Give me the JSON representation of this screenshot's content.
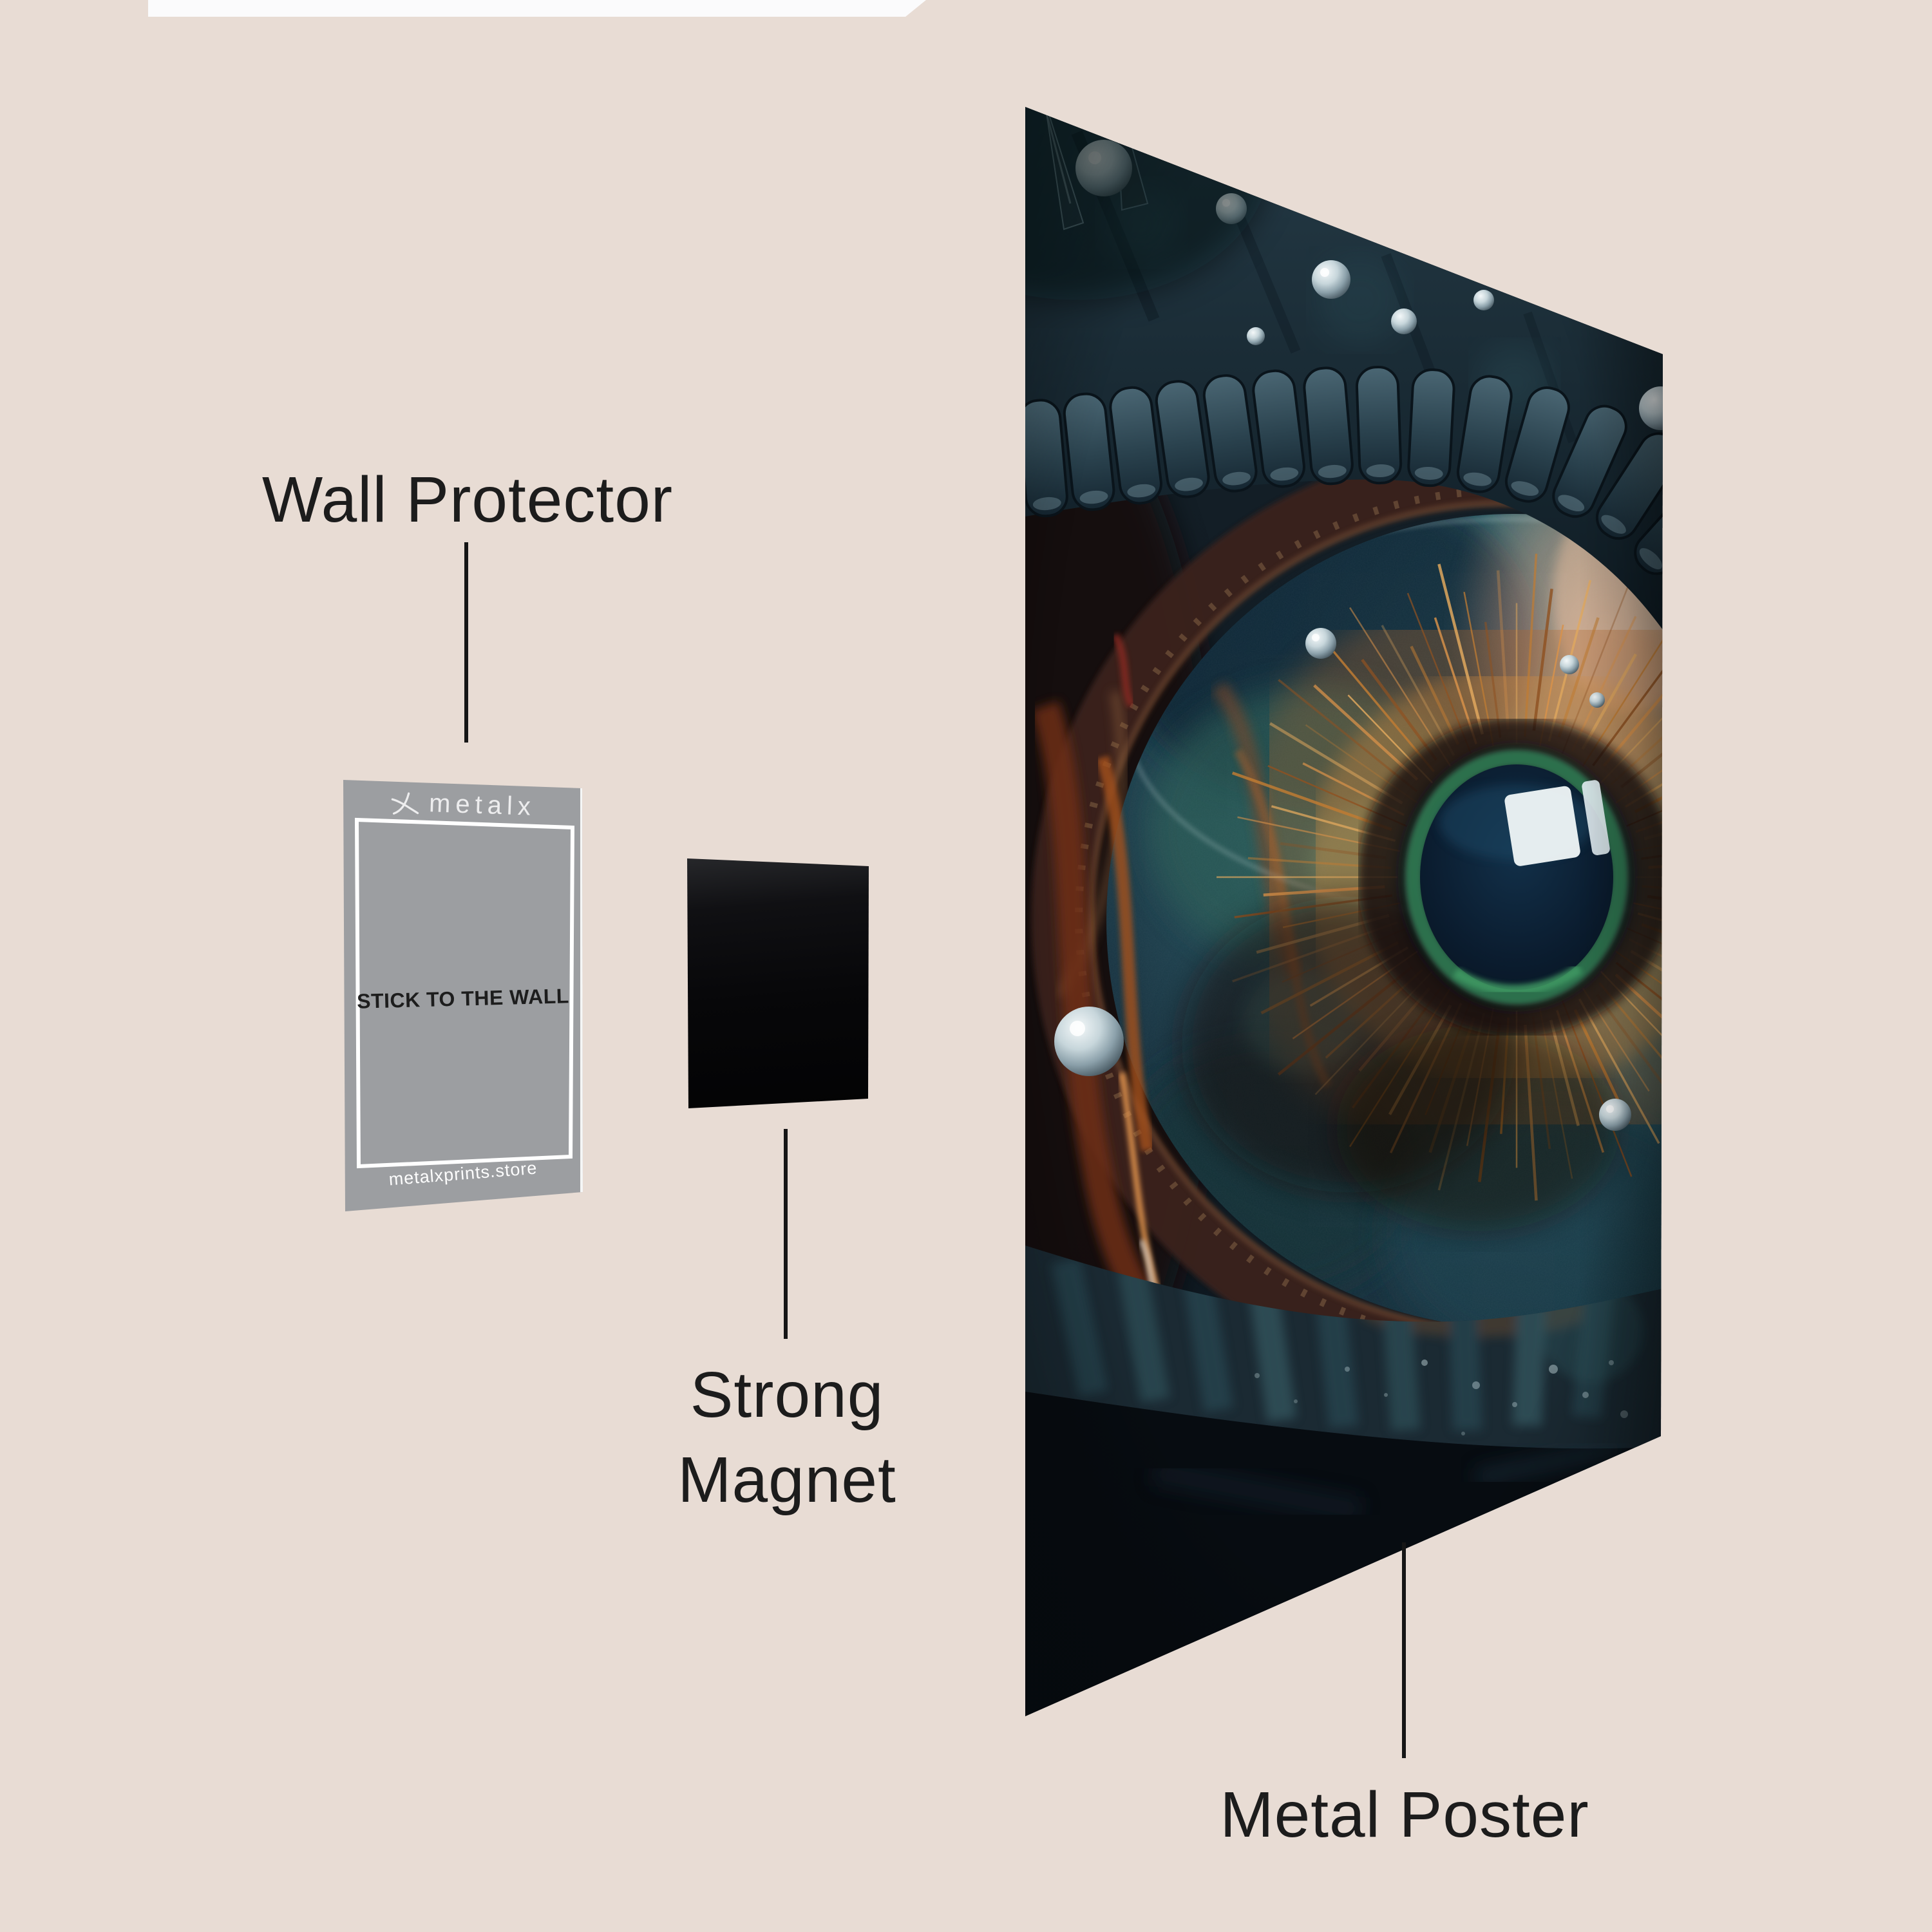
{
  "colors": {
    "background": "#e8dcd4",
    "label_text": "#1c1c1c",
    "leader_line": "#161616",
    "top_strip": "#fbfbfc",
    "card": "#9c9ea1",
    "card_border": "#ffffff",
    "card_center_text": "#1d1d1d",
    "card_site_text": "#fdfdfd",
    "card_logo": "#ededee",
    "magnet": "#0a0a0c",
    "poster_palette": {
      "background_navy": "#101c25",
      "glass_teal": "#2f6a72",
      "iris_orange": "#c07c33",
      "pupil_navy": "#0b1d30",
      "pupil_rim_green": "#2f7450",
      "lash_slate": "#2a424e",
      "copper": "#b75c2c",
      "peach_reflection": "#d3a289",
      "bead_silver": "#c7d6db"
    }
  },
  "icons": {
    "metalx_logo_mark": "two-curved-stroke x mark"
  },
  "annotations": {
    "wall_protector": {
      "label": "Wall Protector"
    },
    "strong_magnet": {
      "label_line1": "Strong",
      "label_line2": "Magnet"
    },
    "metal_poster": {
      "label": "Metal Poster"
    }
  },
  "wall_protector_card": {
    "brand": "metalx",
    "center_text": "STICK TO THE WALL",
    "website": "metalxprints.store"
  },
  "poster": {
    "artwork_alt": "Metal poster artwork: close-up of a mechanical cybernetic eye with riveted metal eyelids, teal glass eyeball, fibrous orange iris and dark green-rimmed pupil"
  }
}
